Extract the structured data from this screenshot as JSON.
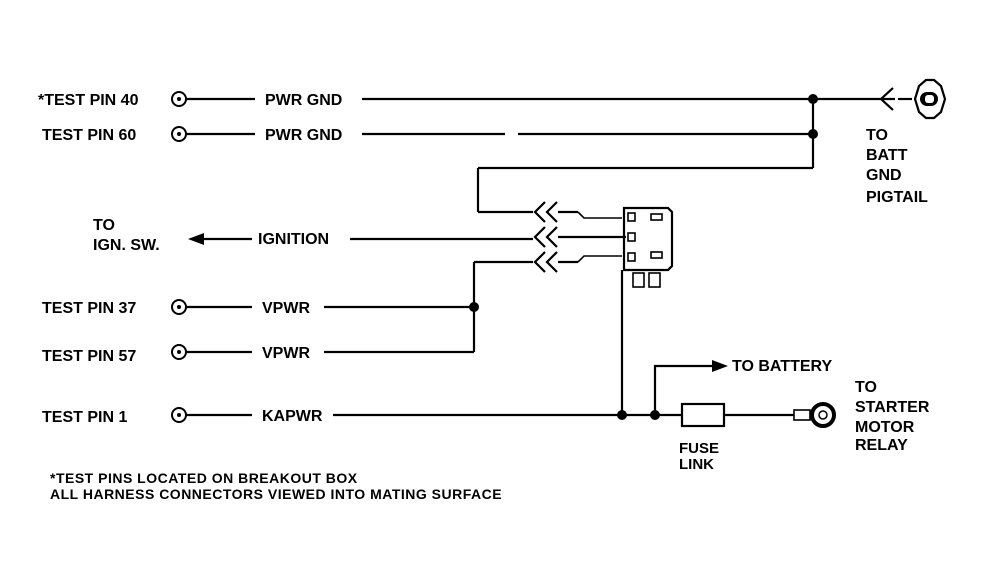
{
  "pins": [
    {
      "label": "*TEST PIN 40",
      "wire": "PWR GND"
    },
    {
      "label": "TEST PIN 60",
      "wire": "PWR GND"
    },
    {
      "label": "TEST PIN 37",
      "wire": "VPWR"
    },
    {
      "label": "TEST PIN 57",
      "wire": "VPWR"
    },
    {
      "label": "TEST PIN 1",
      "wire": "KAPWR"
    }
  ],
  "ignition": {
    "wire": "IGNITION",
    "to_line1": "TO",
    "to_line2": "IGN. SW."
  },
  "batt_gnd": {
    "line1": "TO",
    "line2": "BATT",
    "line3": "GND",
    "line4": "PIGTAIL"
  },
  "battery": {
    "label": "TO BATTERY"
  },
  "fuse": {
    "line1": "FUSE",
    "line2": "LINK"
  },
  "starter": {
    "line1": "TO",
    "line2": "STARTER",
    "line3": "MOTOR",
    "line4": "RELAY"
  },
  "notes": {
    "line1": "*TEST PINS LOCATED ON BREAKOUT BOX",
    "line2": "ALL HARNESS CONNECTORS VIEWED INTO MATING SURFACE"
  }
}
